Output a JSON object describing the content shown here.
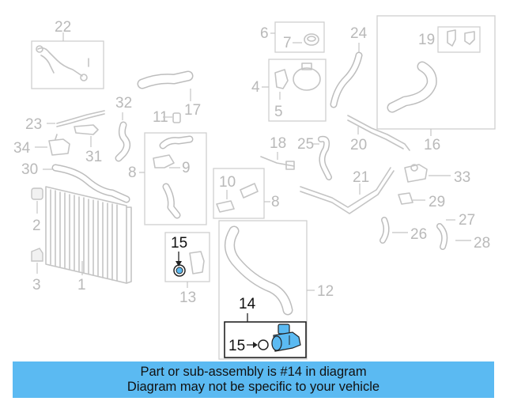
{
  "callouts": [
    "1",
    "2",
    "3",
    "4",
    "5",
    "6",
    "7",
    "8",
    "8",
    "9",
    "10",
    "11",
    "12",
    "13",
    "14",
    "15",
    "15",
    "16",
    "17",
    "18",
    "19",
    "20",
    "21",
    "22",
    "23",
    "24",
    "25",
    "26",
    "27",
    "28",
    "29",
    "30",
    "31",
    "32",
    "33",
    "34"
  ],
  "highlighted_part": "14",
  "colors": {
    "highlight": "#5bbaf2",
    "diagram_lines": "#c4c4c4",
    "banner_bg": "#5bbaf2",
    "text_dark": "#111111"
  },
  "banner": {
    "line1": "Part or sub-assembly is #14 in diagram",
    "line2": "Diagram may not be specific to your vehicle"
  }
}
